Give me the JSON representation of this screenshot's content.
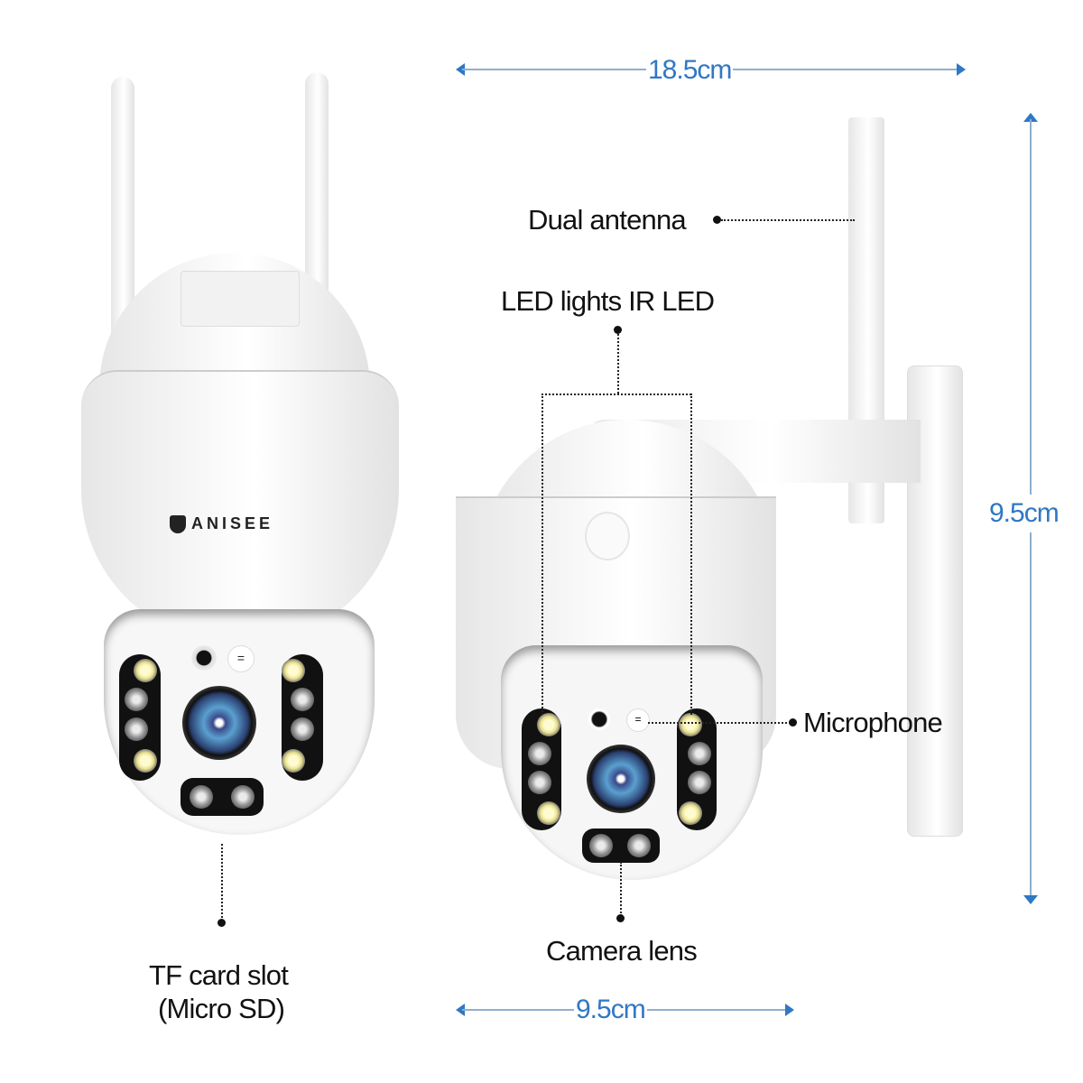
{
  "brand": {
    "logo_text": "ANISEE"
  },
  "dimensions": {
    "width_total": "18.5cm",
    "height": "9.5cm",
    "width_body": "9.5cm",
    "accent_color": "#2f78c4"
  },
  "callouts": {
    "dual_antenna": "Dual antenna",
    "led_lights": "LED lights IR LED",
    "microphone": "Microphone",
    "camera_lens": "Camera lens",
    "tf_card_line1": "TF card slot",
    "tf_card_line2": "(Micro SD)"
  }
}
